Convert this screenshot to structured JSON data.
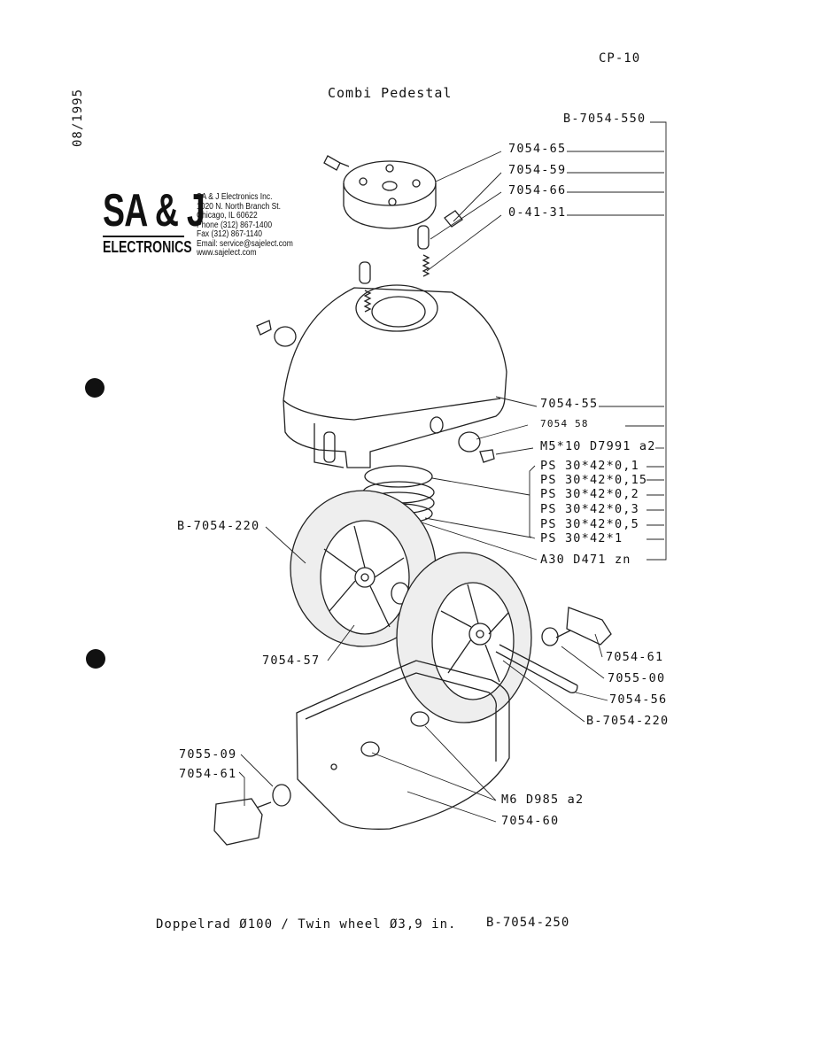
{
  "header": {
    "sheet": "CP-10",
    "title": "Combi Pedestal",
    "date": "08/1995"
  },
  "company": {
    "logo_mark": "SA & J",
    "logo_sub": "ELECTRONICS",
    "contact_lines": [
      "SA & J Electronics Inc.",
      "1020 N. North Branch St.",
      "Chicago, IL 60622",
      "Phone (312) 867-1400",
      "Fax (312) 867-1140",
      "Email: service@sajelect.com",
      "www.sajelect.com"
    ]
  },
  "labels": {
    "assembly": "B-7054-550",
    "p1": "7054-65",
    "p2": "7054-59",
    "p3": "7054-66",
    "p4": "0-41-31",
    "p5": "7054-55",
    "p6": "7054 58",
    "p7": "M5*10 D7991 a2",
    "s1": "PS 30*42*0,1",
    "s2": "PS 30*42*0,15",
    "s3": "PS 30*42*0,2",
    "s4": "PS 30*42*0,3",
    "s5": "PS 30*42*0,5",
    "s6": "PS 30*42*1",
    "p8": "A30 D471 zn",
    "wheel_left": "B-7054-220",
    "axle_left": "7054-57",
    "p9": "7054-61",
    "p10": "7055-00",
    "p11": "7054-56",
    "wheel_right": "B-7054-220",
    "p12": "7055-09",
    "p13": "7054-61",
    "p14": "M6 D985 a2",
    "p15": "7054-60"
  },
  "footer": {
    "description": "Doppelrad Ø100 / Twin wheel Ø3,9 in.",
    "code": "B-7054-250"
  }
}
